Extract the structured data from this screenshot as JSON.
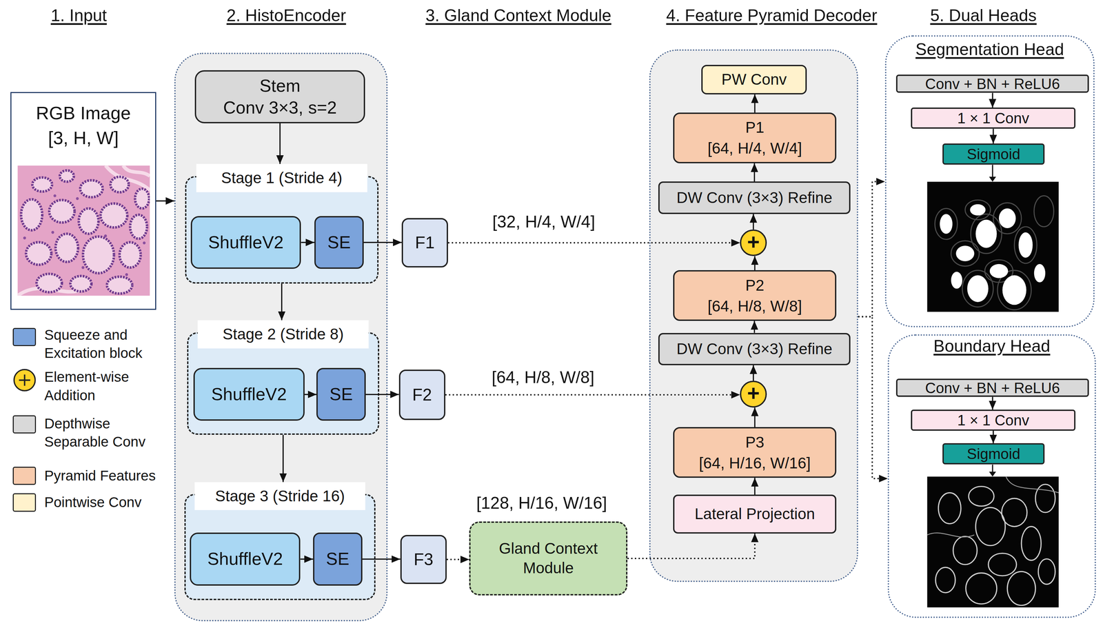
{
  "diagram": {
    "nodes": [
      {
        "text": [
          "RGB Image",
          "[3, H, W]"
        ]
      },
      {
        "text": [
          "2. HistoEncoder"
        ]
      },
      {
        "text": [
          "Stem",
          "Conv 3×3, s=2"
        ],
        "in": 1
      },
      {
        "text": [
          "Stage 1 (Stride 4)"
        ],
        "in": 1
      },
      {
        "text": [
          "ShuffleV2"
        ],
        "in": 3
      },
      {
        "text": [
          "SE"
        ],
        "in": 3
      },
      {
        "text": [
          "Stage 2 (Stride 8)"
        ],
        "in": 1
      },
      {
        "text": [
          "ShuffleV2"
        ],
        "in": 6
      },
      {
        "text": [
          "SE"
        ],
        "in": 6
      },
      {
        "text": [
          "Stage 3 (Stride 16)"
        ],
        "in": 1
      },
      {
        "text": [
          "ShuffleV2"
        ],
        "in": 9
      },
      {
        "text": [
          "SE"
        ],
        "in": 9
      },
      {
        "text": [
          "F1"
        ]
      },
      {
        "text": [
          "F2"
        ]
      },
      {
        "text": [
          "F3"
        ]
      },
      {
        "text": [
          "Gland Context Module"
        ]
      },
      {
        "text": [
          "4. Feature Pyramid Decoder"
        ]
      },
      {
        "text": [
          "PW Conv"
        ],
        "in": 16
      },
      {
        "text": [
          "P1",
          "[64, H/4, W/4]"
        ],
        "in": 16
      },
      {
        "text": [
          "DW Conv (3×3) Refine"
        ],
        "in": 16
      },
      {
        "text": [
          "+"
        ],
        "in": 16
      },
      {
        "text": [
          "P2",
          "[64, H/8, W/8]"
        ],
        "in": 16
      },
      {
        "text": [
          "DW Conv (3×3) Refine"
        ],
        "in": 16
      },
      {
        "text": [
          "+"
        ],
        "in": 16
      },
      {
        "text": [
          "P3",
          "[64, H/16, W/16]"
        ],
        "in": 16
      },
      {
        "text": [
          "Lateral Projection"
        ],
        "in": 16
      },
      {
        "text": [
          "Segmentation Head"
        ]
      },
      {
        "text": [
          "Conv + BN + ReLU6"
        ],
        "in": 26
      },
      {
        "text": [
          "1 × 1 Conv"
        ],
        "in": 26
      },
      {
        "text": [
          "Sigmoid"
        ],
        "in": 26
      },
      {
        "text": [
          "Boundary Head"
        ]
      },
      {
        "text": [
          "Conv + BN + ReLU6"
        ],
        "in": 30
      },
      {
        "text": [
          "1 × 1 Conv"
        ],
        "in": 30
      },
      {
        "text": [
          "Sigmoid"
        ],
        "in": 30
      }
    ],
    "edges": [
      {
        "from": 0,
        "to": 1,
        "arrow": "to"
      },
      {
        "from": 2,
        "to": 3,
        "arrow": "to"
      },
      {
        "from": 4,
        "to": 5,
        "arrow": "to"
      },
      {
        "from": 7,
        "to": 8,
        "arrow": "to"
      },
      {
        "from": 10,
        "to": 11,
        "arrow": "to"
      },
      {
        "from": 3,
        "to": 6,
        "arrow": "to"
      },
      {
        "from": 6,
        "to": 9,
        "arrow": "to"
      },
      {
        "from": 5,
        "to": 12,
        "arrow": "to"
      },
      {
        "from": 8,
        "to": 13,
        "arrow": "to"
      },
      {
        "from": 11,
        "to": 14,
        "arrow": "to"
      },
      {
        "from": 12,
        "to": 20,
        "label": "[32, H/4, W/4]",
        "arrow": "to"
      },
      {
        "from": 13,
        "to": 23,
        "label": "[64, H/8, W/8]",
        "arrow": "to"
      },
      {
        "from": 14,
        "to": 15,
        "arrow": "to"
      },
      {
        "from": 15,
        "to": 25,
        "arrow": "to"
      },
      {
        "from": 25,
        "to": 24,
        "arrow": "to"
      },
      {
        "from": 24,
        "to": 23,
        "arrow": "to"
      },
      {
        "from": 23,
        "to": 22,
        "arrow": "to"
      },
      {
        "from": 22,
        "to": 21,
        "arrow": "to"
      },
      {
        "from": 21,
        "to": 20,
        "arrow": "to"
      },
      {
        "from": 20,
        "to": 19,
        "arrow": "to"
      },
      {
        "from": 19,
        "to": 18,
        "arrow": "to"
      },
      {
        "from": 18,
        "to": 17,
        "arrow": "to"
      },
      {
        "from": 16,
        "to": 26,
        "arrow": "to"
      },
      {
        "from": 16,
        "to": 30,
        "arrow": "to"
      },
      {
        "from": 27,
        "to": 28,
        "arrow": "to"
      },
      {
        "from": 28,
        "to": 29,
        "arrow": "to"
      },
      {
        "from": 31,
        "to": 32,
        "arrow": "to"
      },
      {
        "from": 32,
        "to": 33,
        "arrow": "to"
      }
    ],
    "labels": [
      "1. Input",
      "3. Gland Context Module",
      "5. Dual Heads",
      "[128, H/16, W/16]"
    ],
    "legend": [
      {
        "text": "Squeeze and Excitation block",
        "color": "#7ba3db"
      },
      {
        "text": "Element-wise Addition"
      },
      {
        "text": "Depthwise Separable Conv",
        "color": "#d9d9d9"
      },
      {
        "text": "Pyramid Features",
        "color": "#f8cbad"
      },
      {
        "text": "Pointwise Conv",
        "color": "#fff2cc"
      }
    ]
  }
}
